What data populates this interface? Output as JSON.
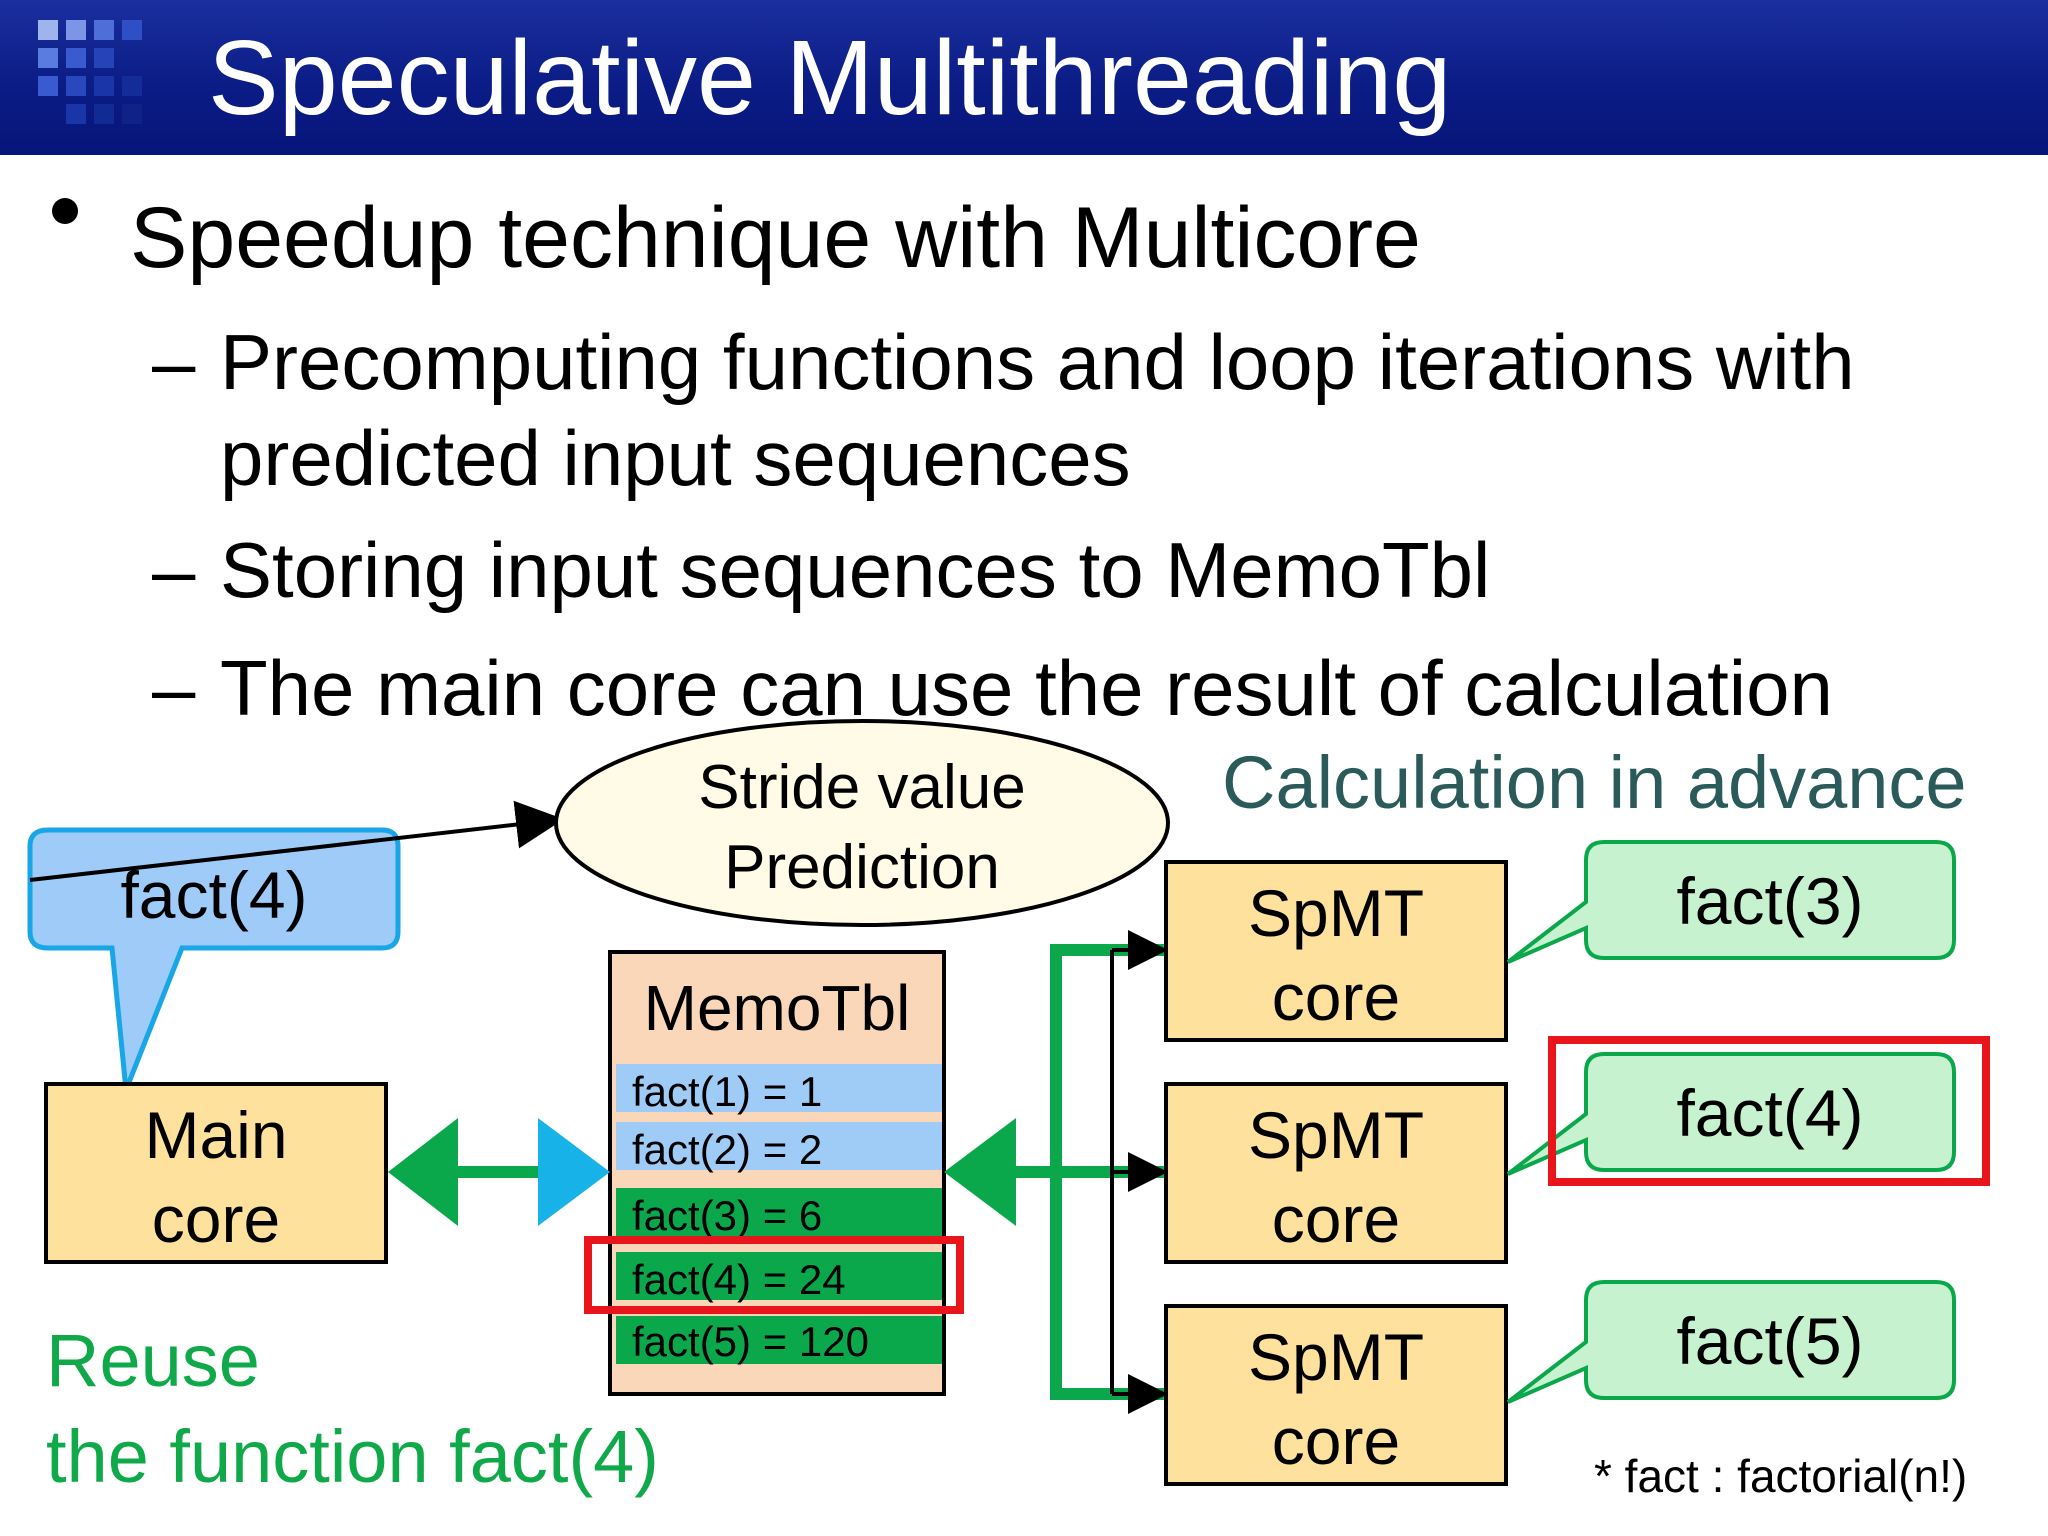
{
  "title": "Speculative Multithreading",
  "bullet": "Speedup technique with Multicore",
  "sub_dash": "–",
  "sub_bullets": [
    "Precomputing functions and loop iterations with",
    "predicted input sequences",
    "Storing input sequences to MemoTbl",
    "The main core can use the result of calculation"
  ],
  "diagram": {
    "main_call": "fact(4)",
    "prediction_lines": [
      "Stride value",
      "Prediction"
    ],
    "advance_label": "Calculation in advance",
    "memotbl_title": "MemoTbl",
    "memotbl_rows": [
      "fact(1) = 1",
      "fact(2) = 2",
      "fact(3) = 6",
      "fact(4) = 24",
      "fact(5) = 120"
    ],
    "main_core_lines": [
      "Main",
      "core"
    ],
    "spmt_core_lines": [
      "SpMT",
      "core"
    ],
    "spec_calls": [
      "fact(3)",
      "fact(4)",
      "fact(5)"
    ],
    "reuse_lines": [
      "Reuse",
      "the function fact(4)"
    ],
    "footnote": "* fact : factorial(n!)"
  },
  "colors": {
    "title_bg": "#0b1c86",
    "core_fill": "#fde19c",
    "memotbl_fill": "#fad7b8",
    "row_blue": "#9fcbf7",
    "row_green": "#0aa84a",
    "arrow_green": "#0aa84a",
    "callout_blue": "#9ecbf8",
    "callout_green": "#c6f2cf",
    "highlight_red": "#e8151b",
    "reuse_text": "#10a94a",
    "advance_text": "#2b5a5a",
    "ellipse_fill": "#fffbe6"
  }
}
